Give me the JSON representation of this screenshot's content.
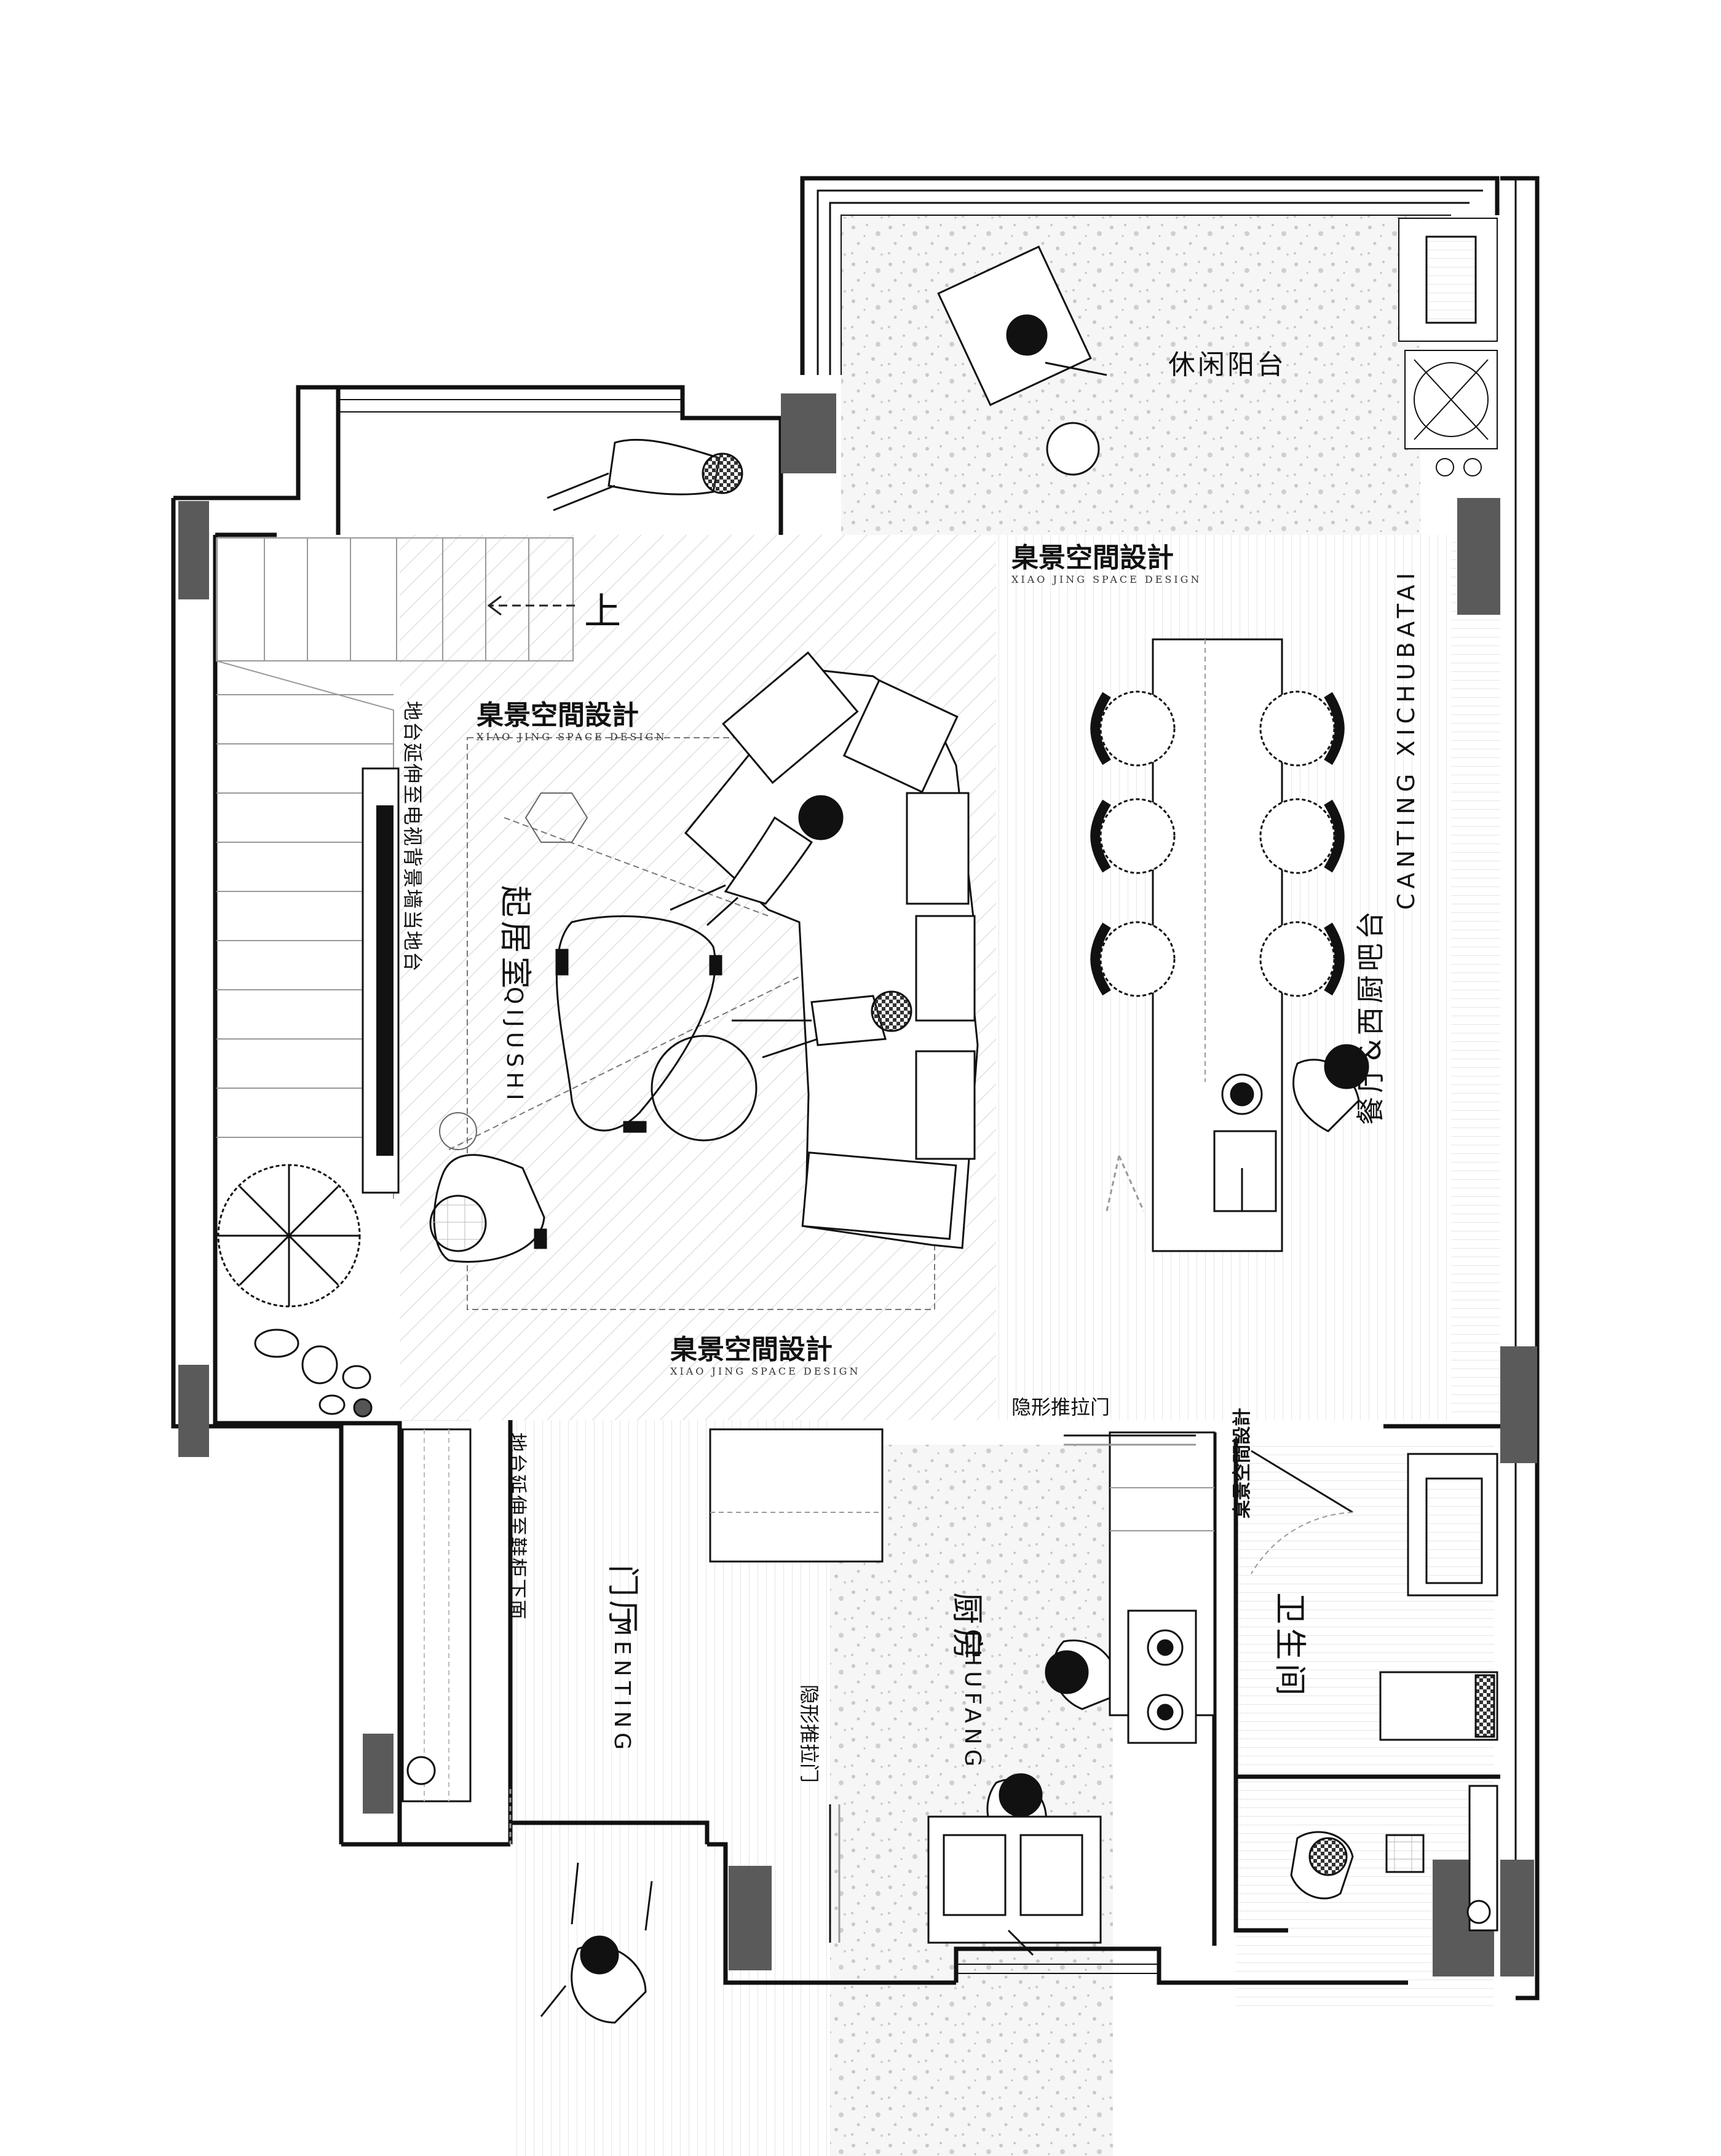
{
  "rooms": {
    "leisure_balcony": "休闲阳台",
    "living_room": "起居室",
    "living_room_pinyin": "QIJUSHI",
    "dining_bar": "餐厅&西厨吧台",
    "dining_bar_pinyin": "CANTING XICHUBATAI",
    "entrance": "门厅",
    "entrance_pinyin": "MENTING",
    "kitchen": "厨房",
    "kitchen_pinyin": "CHUFANG",
    "bathroom": "卫生间"
  },
  "notes": {
    "stairs_up": "上",
    "platform_tv": "地台延伸至电视背景墙当地台",
    "platform_shoe": "地台延伸至鞋柜下面",
    "sliding_door_top": "隐形推拉门",
    "sliding_door_kitchen": "隐形推拉门"
  },
  "brand": {
    "name": "臬景空間設計",
    "subtitle": "XIAO JING SPACE DESIGN"
  },
  "colors": {
    "wall": "#111111",
    "column": "#5a5a5a",
    "background": "#ffffff",
    "terrazzo_dots": "#c8c8c8"
  }
}
